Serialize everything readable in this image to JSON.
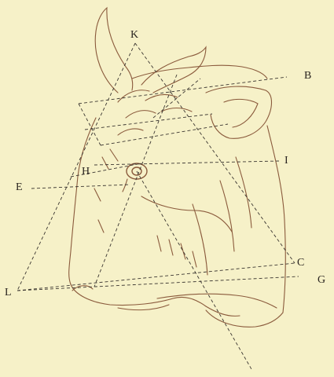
{
  "plate": {
    "background": "#f6f1c8",
    "ink_color": "#8a5a3c",
    "line_color": "#3a3530",
    "labels": {
      "k": "K",
      "b": "B",
      "i": "I",
      "h": "H",
      "e": "E",
      "c": "C",
      "g": "G",
      "l": "L"
    }
  }
}
